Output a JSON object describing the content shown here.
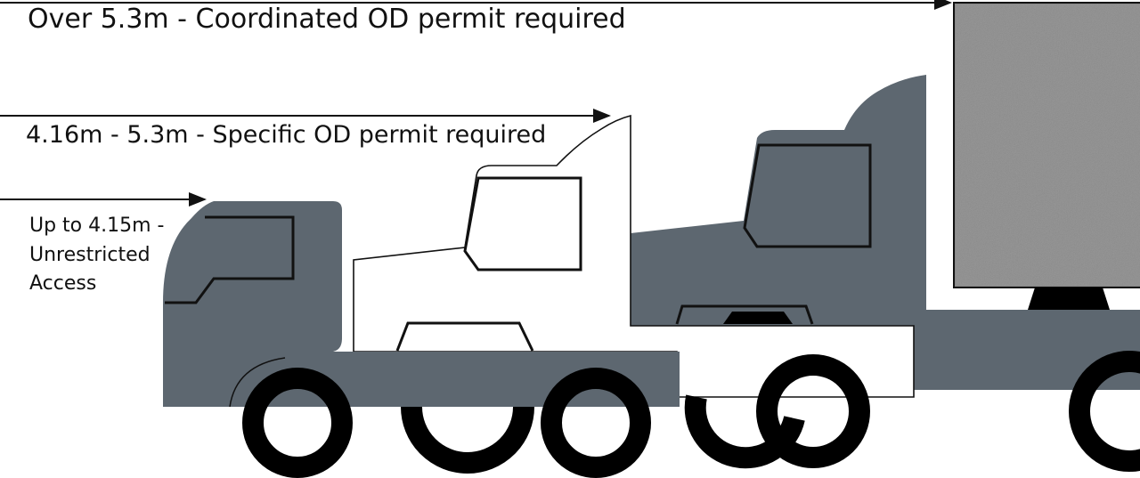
{
  "labels": {
    "over": "Over 5.3m - Coordinated OD permit required",
    "specific": "4.16m - 5.3m - Specific OD permit required",
    "unrestricted": "Up to 4.15m - Unrestricted Access"
  },
  "colors": {
    "truck_body": "#5d6770",
    "outline": "#111111",
    "wheel": "#000000",
    "white_truck": "#ffffff",
    "trailer_box": "#888888"
  }
}
